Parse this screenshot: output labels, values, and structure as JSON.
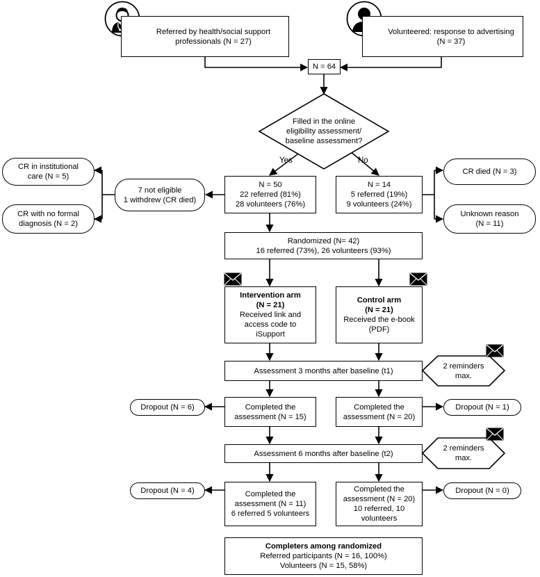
{
  "sources": {
    "referred": [
      "Referred by health/social support",
      "professionals (N = 27)"
    ],
    "volunteered": [
      "Volunteered: response to advertising",
      "(N = 37)"
    ]
  },
  "total": "N = 64",
  "decision": {
    "lines": [
      "Filled in the online",
      "eligibility assessment/",
      "baseline assessment?"
    ],
    "yes": "Yes",
    "no": "No"
  },
  "yes_branch": {
    "lines": [
      "N = 50",
      "22 referred (81%)",
      "28 volunteers (76%)"
    ],
    "excluded": [
      "7 not eligible",
      "1 withdrew (CR died)"
    ],
    "reasons": [
      [
        "CR in institutional",
        "care (N = 5)"
      ],
      [
        "CR with no formal",
        "diagnosis (N = 2)"
      ]
    ]
  },
  "no_branch": {
    "lines": [
      "N = 14",
      "5 referred (19%)",
      "9 volunteers (24%)"
    ],
    "reasons": [
      [
        "CR died (N = 3)"
      ],
      [
        "Unknown reason",
        "(N = 11)"
      ]
    ]
  },
  "randomized": [
    "Randomized (N= 42)",
    "16 referred (73%), 26 volunteers (93%)"
  ],
  "intervention": {
    "title": "Intervention arm",
    "n": "(N = 21)",
    "lines": [
      "Received link and",
      "access code to",
      "iSupport"
    ]
  },
  "control": {
    "title": "Control arm",
    "n": "(N = 21)",
    "lines": [
      "Received the e-book",
      "(PDF)"
    ]
  },
  "t1": {
    "label": "Assessment 3 months after baseline (t1)",
    "reminder": [
      "2 reminders",
      "max."
    ],
    "intervention_completed": [
      "Completed the",
      "assessment (N = 15)"
    ],
    "control_completed": [
      "Completed the",
      "assessment (N = 20)"
    ],
    "intervention_dropout": "Dropout (N = 6)",
    "control_dropout": "Dropout (N = 1)"
  },
  "t2": {
    "label": "Assessment 6 months after baseline (t2)",
    "reminder": [
      "2 reminders",
      "max."
    ],
    "intervention_completed": [
      "Completed the",
      "assessment (N = 11)",
      "6 referred 5 volunteers"
    ],
    "control_completed": [
      "Completed the",
      "assessment (N = 20)",
      "10 referred, 10",
      "volunteers"
    ],
    "intervention_dropout": "Dropout (N = 4)",
    "control_dropout": "Dropout (N = 0)"
  },
  "completers": {
    "title": "Completers among randomized",
    "lines": [
      "Referred participants (N = 16, 100%)",
      "Volunteers (N = 15, 58%)"
    ]
  },
  "icons": {
    "doctor": "doctor-avatar-icon",
    "person": "person-avatar-icon",
    "envelope": "envelope-icon"
  },
  "colors": {
    "stroke": "#000000",
    "fill": "#ffffff"
  }
}
